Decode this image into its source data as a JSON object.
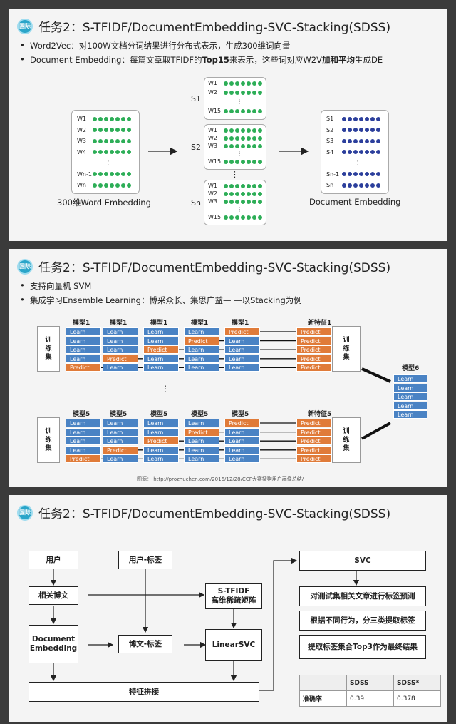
{
  "slide1": {
    "logo": "国际",
    "title": "任务2：S-TFIDF/DocumentEmbedding-SVC-Stacking(SDSS)",
    "bullets": [
      {
        "a": "Word2Vec：对100W文档分词结果进行分布式表示，生成300维词向量",
        "b": "",
        "c": ""
      },
      {
        "a": "Document Embedding：每篇文章取TFIDF的",
        "b": "Top15",
        "c": "来表示，这些词对应W2V",
        "d": "加和平均",
        "e": "生成DE"
      }
    ],
    "left_rows": [
      "W1",
      "W2",
      "W3",
      "W4",
      "⋮",
      "Wn-1",
      "Wn"
    ],
    "doc_groups": [
      {
        "label": "S1",
        "rows": [
          "W1",
          "W2",
          "⋮",
          "W15"
        ]
      },
      {
        "label": "S2",
        "rows": [
          "W1",
          "W2",
          "W3",
          "⋮",
          "W15"
        ]
      },
      {
        "label": "Sn",
        "rows": [
          "W1",
          "W2",
          "W3",
          "⋮",
          "W15"
        ]
      }
    ],
    "right_rows": [
      "S1",
      "S2",
      "S3",
      "S4",
      "⋮",
      "Sn-1",
      "Sn"
    ],
    "left_caption": "300维Word Embedding",
    "right_caption": "Document Embedding",
    "colors": {
      "green": "#2dae57",
      "blue": "#2c3f9c"
    }
  },
  "slide2": {
    "logo": "国际",
    "title": "任务2：S-TFIDF/DocumentEmbedding-SVC-Stacking(SDSS)",
    "bullets": [
      "支持向量机 SVM",
      "集成学习Ensemble Learning：博采众长、集思广益— —以Stacking为例"
    ],
    "train_label": "训\n练\n集",
    "top_models": [
      "模型1",
      "模型1",
      "模型1",
      "模型1",
      "模型1"
    ],
    "bottom_models": [
      "模型5",
      "模型5",
      "模型5",
      "模型5",
      "模型5"
    ],
    "learn": "Learn",
    "predict": "Predict",
    "new_feature_top": "新特征1",
    "new_feature_bottom": "新特征5",
    "model6": "模型6",
    "source": "图源： http://prozhuchen.com/2016/12/28/CCF大赛搜狗用户画像总结/",
    "colors": {
      "learn": "#4a83c4",
      "predict": "#e07b39"
    }
  },
  "slide3": {
    "logo": "国际",
    "title": "任务2：S-TFIDF/DocumentEmbedding-SVC-Stacking(SDSS)",
    "boxes": {
      "user": "用户",
      "user_tag": "用户-标签",
      "related": "相关博文",
      "stfidf": "S-TFIDF\n高维稀疏矩阵",
      "docemb": "Document\nEmbedding",
      "blog_tag": "博文-标签",
      "linsvc": "LinearSVC",
      "concat": "特征拼接",
      "svc": "SVC",
      "step1": "对测试集相关文章进行标签预测",
      "step2": "根据不同行为，分三类提取标签",
      "step3": "提取标签集合Top3作为最终结果"
    },
    "table": {
      "headers": [
        "",
        "SDSS",
        "SDSS*"
      ],
      "rows": [
        [
          "准确率",
          "0.39",
          "0.378"
        ]
      ]
    }
  }
}
